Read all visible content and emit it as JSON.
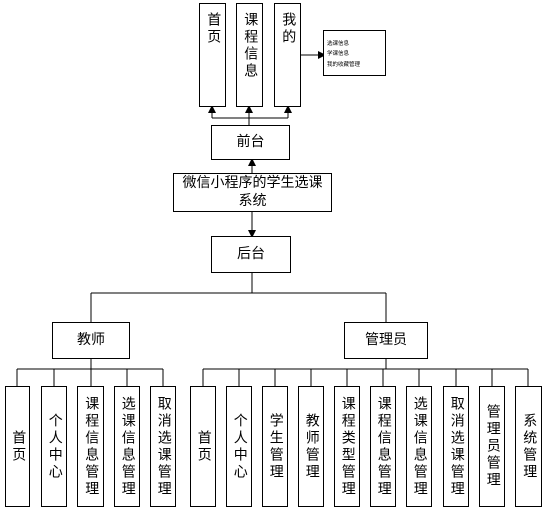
{
  "front": {
    "tabs": [
      "首页",
      "课程信息",
      "我的"
    ],
    "my_items": [
      "选课信息",
      "学课信息",
      "我的收藏管理"
    ],
    "label": "前台"
  },
  "system": {
    "title": "微信小程序的学生选课系统"
  },
  "back": {
    "label": "后台",
    "teacher": {
      "label": "教师",
      "items": [
        "首页",
        "个人中心",
        "课程信息管理",
        "选课信息管理",
        "取消选课管理"
      ]
    },
    "admin": {
      "label": "管理员",
      "items": [
        "首页",
        "个人中心",
        "学生管理",
        "教师管理",
        "课程类型管理",
        "课程信息管理",
        "选课信息管理",
        "取消选课管理",
        "管理员管理",
        "系统管理"
      ]
    }
  }
}
